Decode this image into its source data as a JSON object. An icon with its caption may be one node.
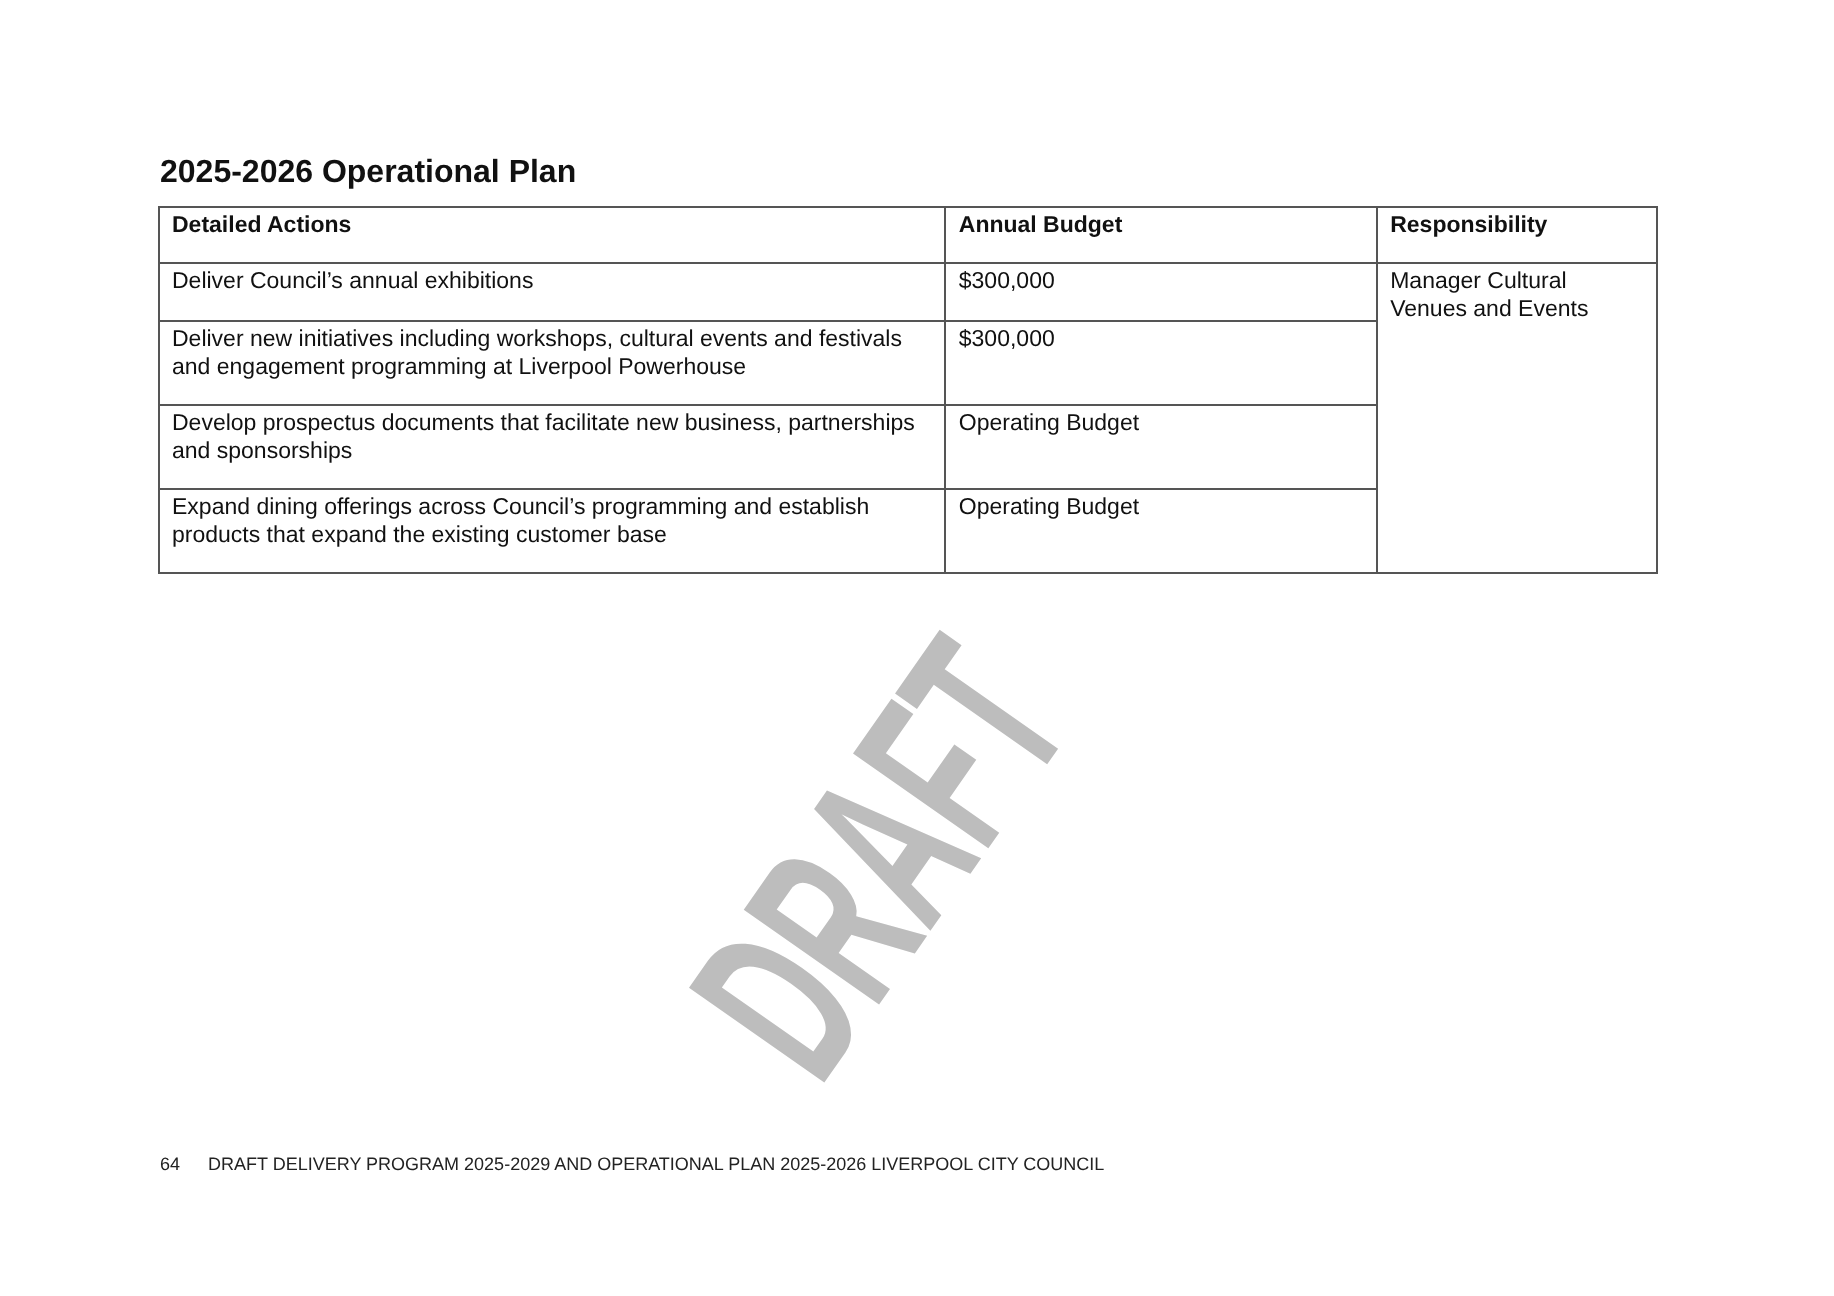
{
  "diagram": {
    "title": "2025-2026 Operational Plan",
    "labels": [
      "Detailed Actions",
      "Annual Budget",
      "Responsibility",
      "Deliver Council’s annual exhibitions",
      "$300,000",
      "Manager Cultural Venues and Events",
      "Deliver new initiatives including workshops, cultural events and festivals and engagement programming at Liverpool Powerhouse",
      "$300,000",
      "Develop prospectus documents that facilitate new business, partnerships and sponsorships",
      "Operating Budget",
      "Expand dining offerings across Council’s programming and establish products that expand the existing customer base",
      "Operating Budget",
      "DRAFT",
      "64",
      "DRAFT DELIVERY PROGRAM 2025-2029 AND OPERATIONAL PLAN 2025-2026 LIVERPOOL CITY COUNCIL"
    ]
  }
}
